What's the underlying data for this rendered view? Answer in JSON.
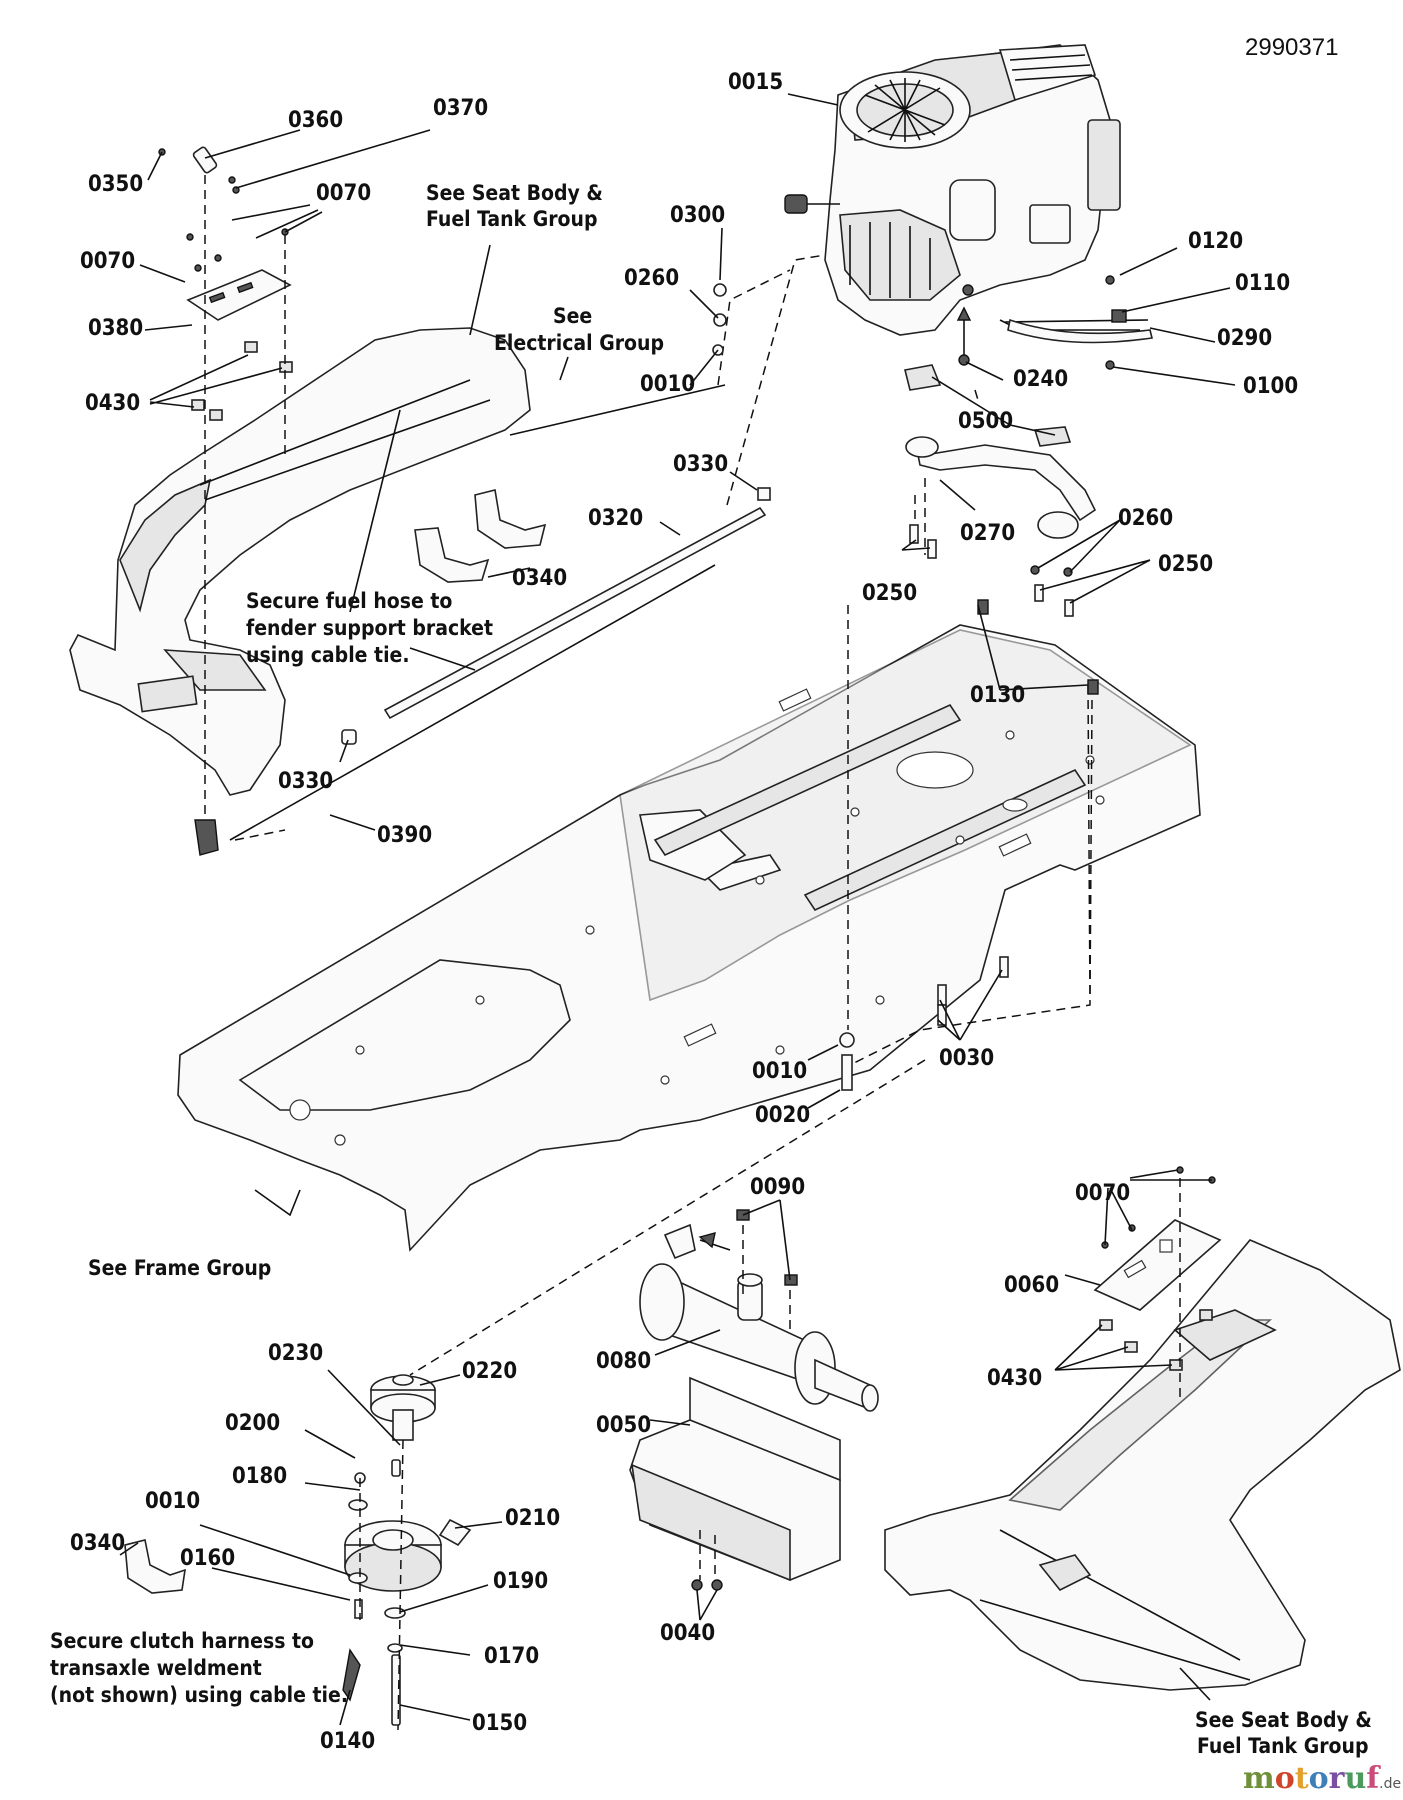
{
  "document_number": "2990371",
  "labels": {
    "p0015": "0015",
    "p0360": "0360",
    "p0370": "0370",
    "p0350": "0350",
    "p0070_a": "0070",
    "p0070_b": "0070",
    "p0380": "0380",
    "p0430_a": "0430",
    "p0300": "0300",
    "p0260_a": "0260",
    "p0010_a": "0010",
    "p0330_a": "0330",
    "p0320": "0320",
    "p0340_a": "0340",
    "p0330_b": "0330",
    "p0390": "0390",
    "p0120": "0120",
    "p0110": "0110",
    "p0290": "0290",
    "p0240": "0240",
    "p0100": "0100",
    "p0500": "0500",
    "p0270": "0270",
    "p0260_b": "0260",
    "p0250_a": "0250",
    "p0250_b": "0250",
    "p0130": "0130",
    "p0030": "0030",
    "p0010_b": "0010",
    "p0020": "0020",
    "p0090": "0090",
    "p0070_c": "0070",
    "p0060": "0060",
    "p0430_b": "0430",
    "p0080": "0080",
    "p0050": "0050",
    "p0040": "0040",
    "p0230": "0230",
    "p0220": "0220",
    "p0200": "0200",
    "p0180": "0180",
    "p0010_c": "0010",
    "p0210": "0210",
    "p0340_b": "0340",
    "p0160": "0160",
    "p0190": "0190",
    "p0170": "0170",
    "p0150": "0150",
    "p0140": "0140"
  },
  "notes": {
    "seat_body_top_1": "See Seat Body &",
    "seat_body_top_2": "Fuel Tank Group",
    "electrical_1": "See",
    "electrical_2": "Electrical Group",
    "fuel_hose_1": "Secure fuel hose to",
    "fuel_hose_2": "fender support bracket",
    "fuel_hose_3": "using cable tie.",
    "frame_group": "See Frame Group",
    "clutch_1": "Secure clutch harness to",
    "clutch_2": "transaxle weldment",
    "clutch_3": "(not shown) using cable tie.",
    "seat_body_bottom_1": "See Seat Body &",
    "seat_body_bottom_2": "Fuel Tank Group"
  },
  "watermark": {
    "text": "motoruf",
    "suffix": ".de"
  }
}
